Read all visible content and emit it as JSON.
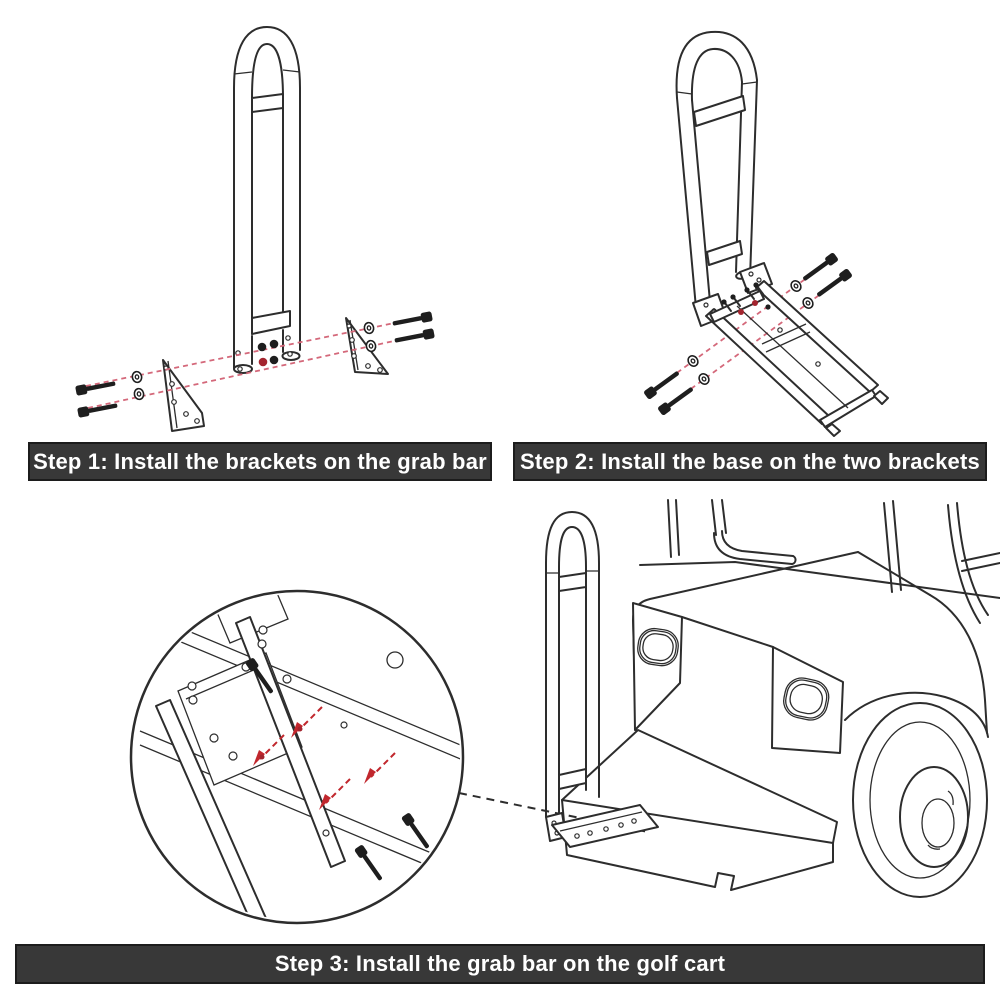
{
  "figure": {
    "type": "assembly-instruction-diagram",
    "subject": "Golf cart grab bar installation",
    "panel_count": 3
  },
  "steps": [
    {
      "number": 1,
      "label": "Step 1: Install the brackets on the grab bar"
    },
    {
      "number": 2,
      "label": "Step 2: Install the base on the two brackets"
    },
    {
      "number": 3,
      "label": "Step 3: Install the grab bar on the golf cart"
    }
  ],
  "colors": {
    "background": "#ffffff",
    "line_art": "#2d2d2d",
    "label_background": "#383838",
    "label_border": "#1c1c1c",
    "label_text": "#ffffff",
    "alignment_dash_red": "#d4687a",
    "detail_arrow_red": "#c1272d",
    "hardware_black": "#1e1e1e"
  }
}
